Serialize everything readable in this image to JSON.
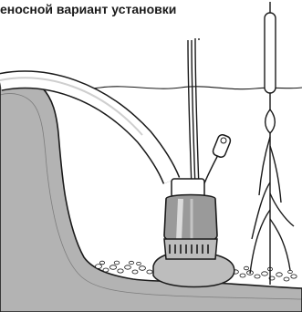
{
  "diagram": {
    "title": "еносной вариант установки",
    "elements": [
      {
        "id": "soil-bank",
        "kind": "ground"
      },
      {
        "id": "water-line",
        "kind": "water-surface"
      },
      {
        "id": "discharge-hose",
        "kind": "hose"
      },
      {
        "id": "power-cables",
        "kind": "cable"
      },
      {
        "id": "float-switch",
        "kind": "switch"
      },
      {
        "id": "submersible-pump",
        "kind": "pump"
      },
      {
        "id": "support-stone",
        "kind": "stone"
      },
      {
        "id": "gravel-bed",
        "kind": "gravel"
      },
      {
        "id": "cattail-plant",
        "kind": "plant"
      }
    ],
    "colors": {
      "ground": "#b3b3b3",
      "pump_body": "#9a9a9a",
      "pump_highlight": "#dcdcdc",
      "stone": "#bdbdbd",
      "outline": "#1a1a1a"
    }
  }
}
